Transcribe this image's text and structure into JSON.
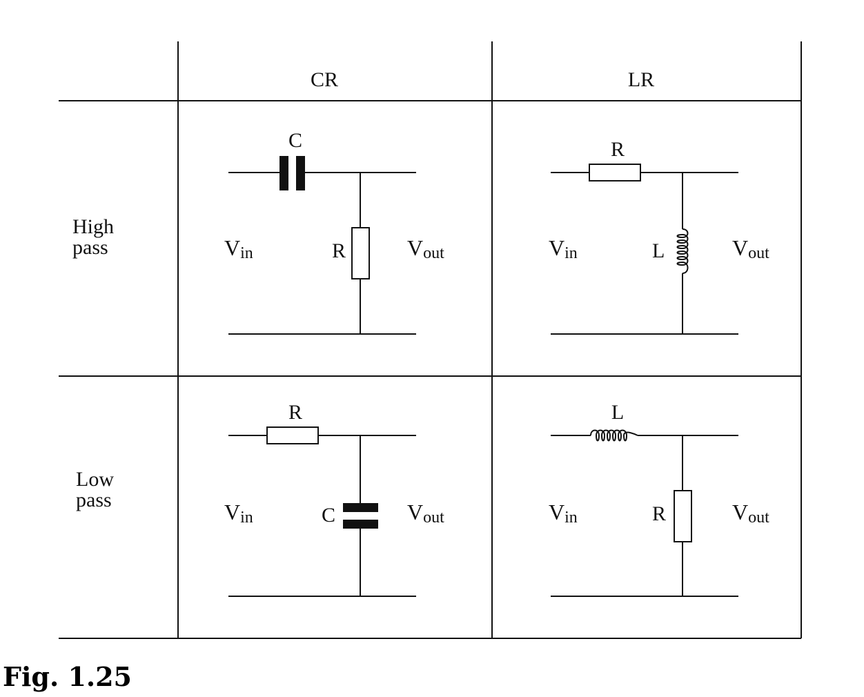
{
  "columns": {
    "cr": "CR",
    "lr": "LR"
  },
  "rows": {
    "high": {
      "line1": "High",
      "line2": "pass"
    },
    "low": {
      "line1": "Low",
      "line2": "pass"
    }
  },
  "cells": {
    "high_cr": {
      "series": "C",
      "shunt": "R",
      "vin": "V",
      "vin_sub": "in",
      "vout": "V",
      "vout_sub": "out"
    },
    "high_lr": {
      "series": "R",
      "shunt": "L",
      "vin": "V",
      "vin_sub": "in",
      "vout": "V",
      "vout_sub": "out"
    },
    "low_cr": {
      "series": "R",
      "shunt": "C",
      "vin": "V",
      "vin_sub": "in",
      "vout": "V",
      "vout_sub": "out"
    },
    "low_lr": {
      "series": "L",
      "shunt": "R",
      "vin": "V",
      "vin_sub": "in",
      "vout": "V",
      "vout_sub": "out"
    }
  },
  "caption": "Fig. 1.25"
}
